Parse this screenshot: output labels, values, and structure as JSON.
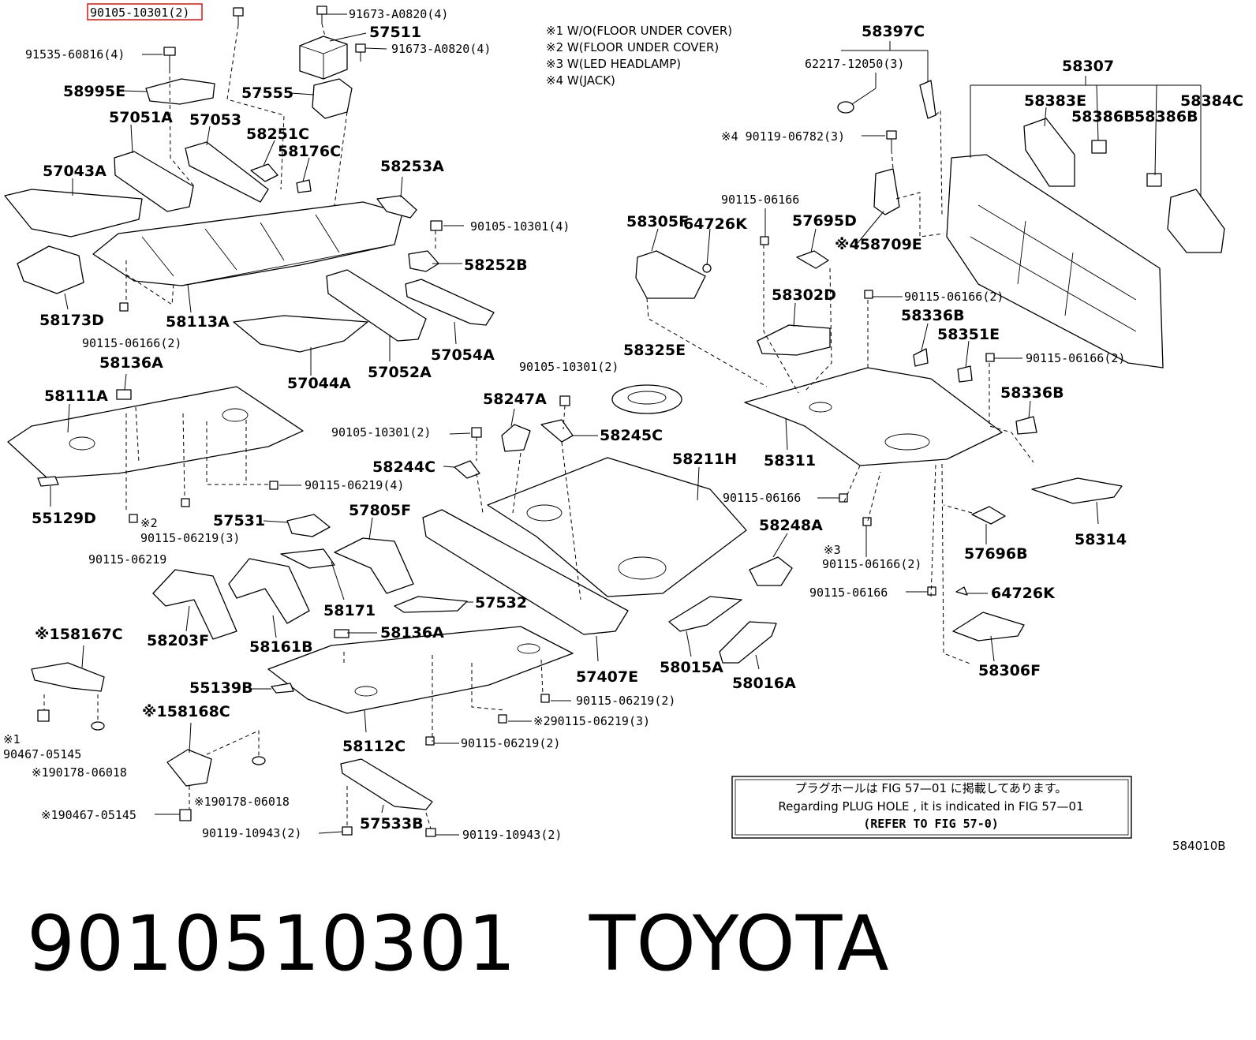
{
  "notes": [
    "※1 W/O(FLOOR UNDER COVER)",
    "※2 W(FLOOR UNDER COVER)",
    "※3 W(LED HEADLAMP)",
    "※4 W(JACK)"
  ],
  "callouts": {
    "c01": "90105-10301(2)",
    "c02": "91673-A0820(4)",
    "c03": "57511",
    "c04": "91673-A0820(4)",
    "c05": "91535-60816(4)",
    "c06": "58995E",
    "c07": "57555",
    "c08": "57051A",
    "c09": "57053",
    "c10": "58251C",
    "c11": "58176C",
    "c12": "57043A",
    "c13": "58253A",
    "c14": "90105-10301(4)",
    "c15": "58252B",
    "c16": "58173D",
    "c17": "58113A",
    "c18": "90115-06166(2)",
    "c19": "57044A",
    "c20": "57052A",
    "c21": "57054A",
    "c22": "58136A",
    "c23": "58111A",
    "c24": "90105-10301(2)",
    "c25": "58247A",
    "c26": "58325E",
    "c27": "90105-10301(2)",
    "c28": "58245C",
    "c29": "58244C",
    "c30": "58211H",
    "c31": "90115-06219(4)",
    "c32": "55129D",
    "c33": "※2",
    "c34": "90115-06219(3)",
    "c35": "90115-06219",
    "c36": "57531",
    "c37": "57805F",
    "c38": "58171",
    "c39": "57532",
    "c40": "58203F",
    "c41": "58161B",
    "c42": "※158167C",
    "c43": "58136A",
    "c44": "57407E",
    "c45": "58015A",
    "c46": "58016A",
    "c47": "55139B",
    "c48": "90115-06219(2)",
    "c49": "※290115-06219(3)",
    "c50": "58112C",
    "c51": "90115-06219(2)",
    "c52": "※158168C",
    "c53": "※1",
    "c54": "90467-05145",
    "c55": "※190178-06018",
    "c56": "※190178-06018",
    "c57": "※190467-05145",
    "c58": "57533B",
    "c59": "90119-10943(2)",
    "c60": "90119-10943(2)",
    "c61": "58397C",
    "c62": "62217-12050(3)",
    "c63": "58307",
    "c64": "58383E",
    "c65": "58384C",
    "c66": "58386B",
    "c67": "58386B",
    "c68": "※4 90119-06782(3)",
    "c69": "90115-06166",
    "c70": "58305F",
    "c71": "64726K",
    "c72": "57695D",
    "c73": "※458709E",
    "c74": "58302D",
    "c75": "90115-06166(2)",
    "c76": "58336B",
    "c77": "58351E",
    "c78": "90115-06166(2)",
    "c79": "58336B",
    "c80": "58311",
    "c81": "90115-06166",
    "c82": "58248A",
    "c83": "58314",
    "c84": "※3",
    "c85": "90115-06166(2)",
    "c86": "57696B",
    "c87": "90115-06166",
    "c88": "64726K",
    "c89": "58306F"
  },
  "plug_note": {
    "line1": "プラグホールは FIG  57—01 に掲載してあります。",
    "line2": "Regarding  PLUG  HOLE , it is indicated in FIG  57—01",
    "line3": "(REFER TO FIG 57-0)"
  },
  "fig_code": "584010B",
  "part_number": "9010510301",
  "brand": "TOYOTA",
  "highlight_color": "#e02020"
}
